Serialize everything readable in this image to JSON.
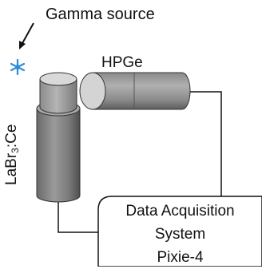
{
  "source": {
    "label": "Gamma source",
    "star_color": "#2e8bd6"
  },
  "hpge": {
    "label": "HPGe"
  },
  "labr": {
    "label_prefix": "LaBr",
    "label_subscript": "3",
    "label_suffix": ":Ce"
  },
  "daq": {
    "line1": "Data Acquisition",
    "line2": "System",
    "line3": "Pixie-4"
  },
  "colors": {
    "detector_dark": "#6b6b6b",
    "detector_light": "#d9d9d9",
    "line": "#111111"
  }
}
